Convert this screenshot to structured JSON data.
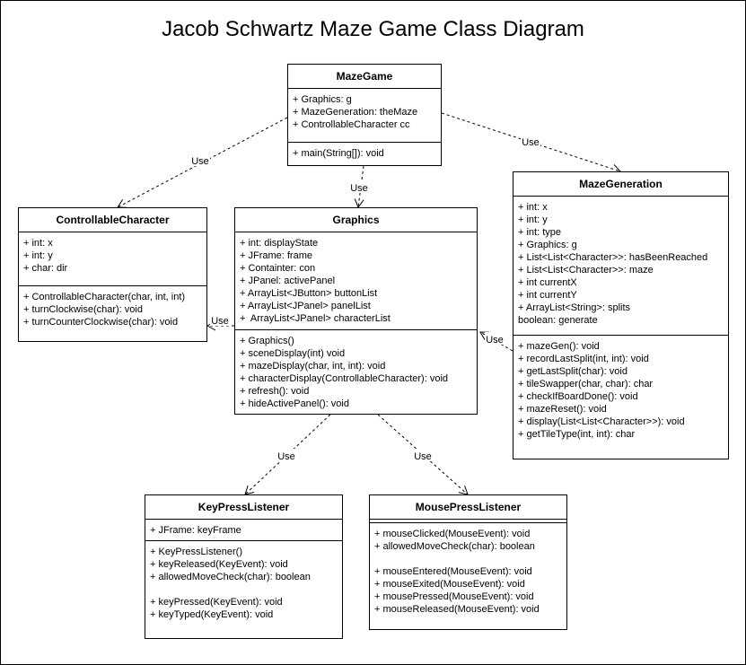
{
  "title": "Jacob Schwartz Maze Game Class Diagram",
  "edge_label": "Use",
  "classes": {
    "mazegame": {
      "name": "MazeGame",
      "attributes": [
        "+ Graphics: g",
        "+ MazeGeneration: theMaze",
        "+ ControllableCharacter cc"
      ],
      "methods": [
        "+ main(String[]): void"
      ]
    },
    "controllable": {
      "name": "ControllableCharacter",
      "attributes": [
        "+ int: x",
        "+ int: y",
        "+ char: dir"
      ],
      "methods": [
        "+ ControllableCharacter(char, int, int)",
        "+ turnClockwise(char): void",
        "+ turnCounterClockwise(char): void"
      ]
    },
    "graphics": {
      "name": "Graphics",
      "attributes": [
        "+ int: displayState",
        "+ JFrame: frame",
        "+ Containter: con",
        "+ JPanel: activePanel",
        "+ ArrayList<JButton> buttonList",
        "+ ArrayList<JPanel> panelList",
        "+  ArrayList<JPanel> characterList"
      ],
      "methods": [
        "+ Graphics()",
        "+ sceneDisplay(int) void",
        "+ mazeDisplay(char, int, int): void",
        "+ characterDisplay(ControllableCharacter): void",
        "+ refresh(): void",
        "+ hideActivePanel(): void"
      ]
    },
    "mazegen": {
      "name": "MazeGeneration",
      "attributes": [
        "+ int: x",
        "+ int: y",
        "+ int: type",
        "+ Graphics: g",
        "+ List<List<Character>>: hasBeenReached",
        "+ List<List<Character>>: maze",
        "+ int currentX",
        "+ int currentY",
        "+ ArrayList<String>: splits",
        "boolean: generate"
      ],
      "methods": [
        "+ mazeGen(): void",
        "+ recordLastSplit(int, int): void",
        "+ getLastSplit(char): void",
        "+ tileSwapper(char, char): char",
        "+ checkIfBoardDone(): void",
        "+ mazeReset(): void",
        "+ display(List<List<Character>>): void",
        "+ getTileType(int, int): char"
      ]
    },
    "keypress": {
      "name": "KeyPressListener",
      "attributes": [
        "+ JFrame: keyFrame"
      ],
      "methods": [
        "+ KeyPressListener()",
        "+ keyReleased(KeyEvent): void",
        "+ allowedMoveCheck(char): boolean",
        "",
        "+ keyPressed(KeyEvent): void",
        "+ keyTyped(KeyEvent): void"
      ]
    },
    "mousepress": {
      "name": "MousePressListener",
      "methods": [
        "+ mouseClicked(MouseEvent): void",
        "+ allowedMoveCheck(char): boolean",
        "",
        "+ mouseEntered(MouseEvent): void",
        "+ mouseExited(MouseEvent): void",
        "+ mousePressed(MouseEvent): void",
        "+ mouseReleased(MouseEvent): void"
      ]
    }
  }
}
